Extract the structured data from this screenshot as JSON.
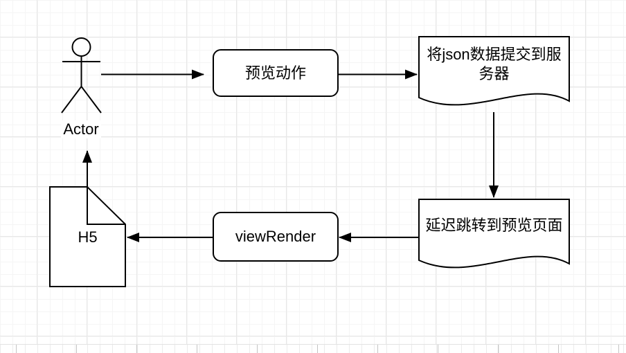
{
  "canvas": {
    "background": "#ffffff",
    "grid_minor_color": "#f5f5f5",
    "grid_major_color": "#e7e7e7",
    "stroke_color": "#000000",
    "shape_fill_color": "#ffffff",
    "text_color": "#000000"
  },
  "diagram": {
    "nodes": {
      "actor": {
        "type": "actor",
        "label": "Actor"
      },
      "preview_action": {
        "type": "rounded-rectangle",
        "label": "预览动作"
      },
      "submit_json": {
        "type": "document",
        "label": "将json数据提交到服务器",
        "lines": [
          "将json数据提交到服",
          "务器"
        ]
      },
      "delay_redirect": {
        "type": "document",
        "label": "延迟跳转到预览页面"
      },
      "view_render": {
        "type": "rounded-rectangle",
        "label": "viewRender"
      },
      "h5": {
        "type": "note",
        "label": "H5"
      }
    },
    "edges": [
      {
        "from": "actor",
        "to": "preview_action",
        "direction": "right"
      },
      {
        "from": "preview_action",
        "to": "submit_json",
        "direction": "right"
      },
      {
        "from": "submit_json",
        "to": "delay_redirect",
        "direction": "down"
      },
      {
        "from": "delay_redirect",
        "to": "view_render",
        "direction": "left"
      },
      {
        "from": "view_render",
        "to": "h5",
        "direction": "left"
      },
      {
        "from": "h5",
        "to": "actor",
        "direction": "up"
      }
    ]
  }
}
